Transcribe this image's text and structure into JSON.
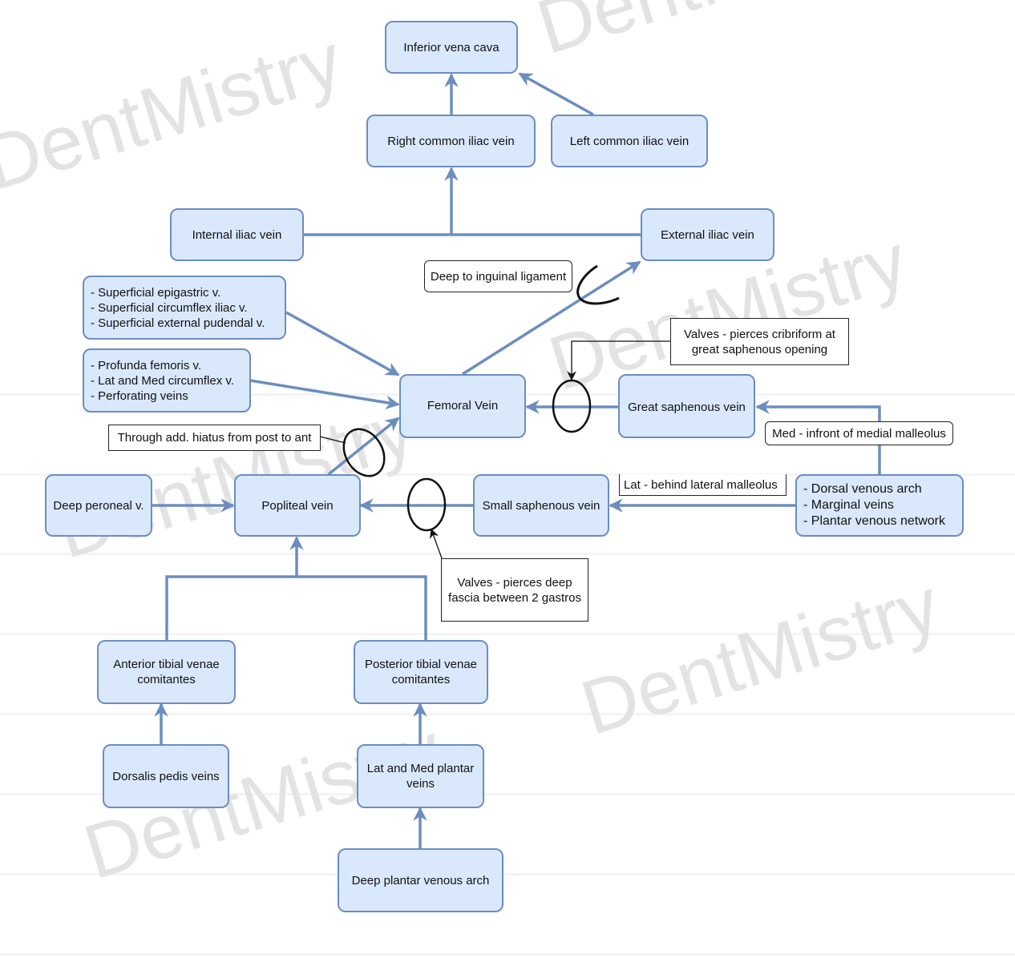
{
  "watermark": "DentMistry",
  "colors": {
    "node_fill": "#dae8fc",
    "node_stroke": "#6c8ebf",
    "edge": "#6c8ebf",
    "annotation": "#111111",
    "watermark": "#e3e3e3"
  },
  "nodes": {
    "ivc": "Inferior vena cava",
    "right_common_iliac": "Right common iliac vein",
    "left_common_iliac": "Left common iliac vein",
    "internal_iliac": "Internal iliac vein",
    "external_iliac": "External iliac vein",
    "superficial_tributaries": [
      "- Superficial epigastric v.",
      "- Superficial circumflex iliac v.",
      "- Superficial external pudendal v."
    ],
    "deep_tributaries": [
      "- Profunda femoris v.",
      "- Lat and Med circumflex v.",
      "- Perforating veins"
    ],
    "femoral": "Femoral Vein",
    "great_saphenous": "Great saphenous vein",
    "deep_peroneal": "Deep peroneal v.",
    "popliteal": "Popliteal vein",
    "small_saphenous": "Small saphenous vein",
    "foot_superficial": [
      "- Dorsal venous arch",
      "- Marginal veins",
      "- Plantar venous network"
    ],
    "anterior_tibial": "Anterior tibial venae comitantes",
    "posterior_tibial": "Posterior tibial venae comitantes",
    "dorsalis_pedis": "Dorsalis pedis veins",
    "plantar_veins": "Lat and Med plantar veins",
    "deep_plantar_arch": "Deep plantar venous arch"
  },
  "annotations": {
    "inguinal": "Deep to inguinal ligament",
    "cribriform": "Valves - pierces cribriform at great saphenous opening",
    "medial_malleolus": "Med - infront of medial malleolus",
    "lateral_malleolus": "Lat - behind lateral malleolus",
    "add_hiatus": "Through add. hiatus from post to ant",
    "deep_fascia": "Valves - pierces deep fascia between 2 gastros"
  },
  "edges": [
    {
      "from": "right_common_iliac",
      "to": "ivc"
    },
    {
      "from": "left_common_iliac",
      "to": "ivc"
    },
    {
      "from": "internal_iliac",
      "to": "right_common_iliac"
    },
    {
      "from": "external_iliac",
      "to": "right_common_iliac"
    },
    {
      "from": "femoral",
      "to": "external_iliac"
    },
    {
      "from": "superficial_tributaries",
      "to": "femoral"
    },
    {
      "from": "deep_tributaries",
      "to": "femoral"
    },
    {
      "from": "great_saphenous",
      "to": "femoral"
    },
    {
      "from": "foot_superficial",
      "to": "great_saphenous"
    },
    {
      "from": "foot_superficial",
      "to": "small_saphenous"
    },
    {
      "from": "popliteal",
      "to": "femoral"
    },
    {
      "from": "deep_peroneal",
      "to": "popliteal"
    },
    {
      "from": "small_saphenous",
      "to": "popliteal"
    },
    {
      "from": "anterior_tibial",
      "to": "popliteal"
    },
    {
      "from": "posterior_tibial",
      "to": "popliteal"
    },
    {
      "from": "dorsalis_pedis",
      "to": "anterior_tibial"
    },
    {
      "from": "plantar_veins",
      "to": "posterior_tibial"
    },
    {
      "from": "deep_plantar_arch",
      "to": "plantar_veins"
    }
  ]
}
